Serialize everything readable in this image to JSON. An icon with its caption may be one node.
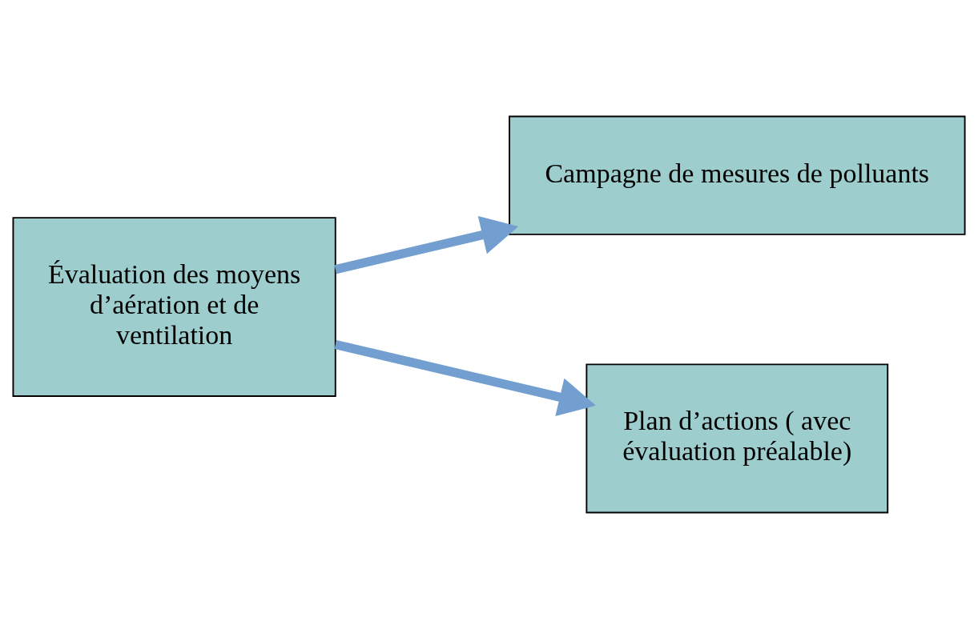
{
  "diagram": {
    "nodes": [
      {
        "text": [
          "Campagne de mesures de polluants"
        ]
      },
      {
        "text": [
          "Évaluation des moyens d’aération et de ventilation"
        ]
      },
      {
        "text": [
          "Plan d’actions ( avec évaluation préalable)"
        ]
      }
    ],
    "edges": [
      {
        "from": 1,
        "to": 0,
        "arrow": "to"
      },
      {
        "from": 1,
        "to": 2,
        "arrow": "to"
      }
    ]
  }
}
